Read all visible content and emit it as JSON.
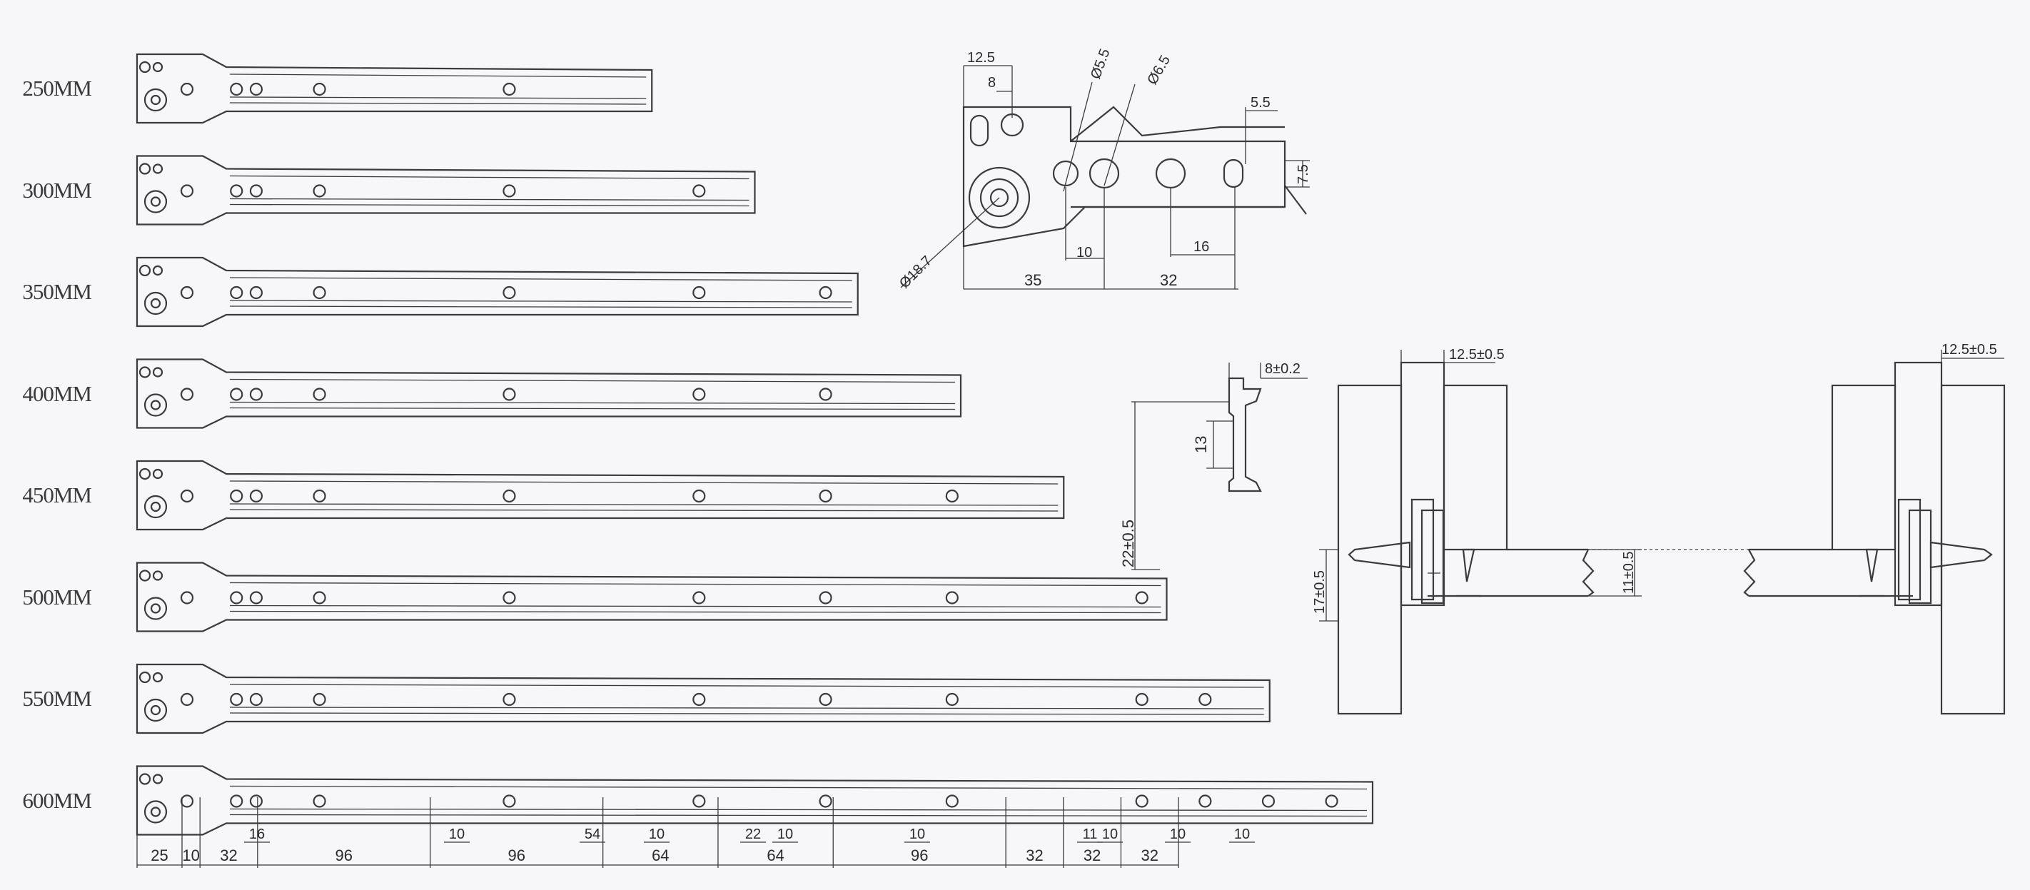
{
  "slides": [
    {
      "label": "250MM",
      "length_mm": 250
    },
    {
      "label": "300MM",
      "length_mm": 300
    },
    {
      "label": "350MM",
      "length_mm": 350
    },
    {
      "label": "400MM",
      "length_mm": 400
    },
    {
      "label": "450MM",
      "length_mm": 450
    },
    {
      "label": "500MM",
      "length_mm": 500
    },
    {
      "label": "550MM",
      "length_mm": 550
    },
    {
      "label": "600MM",
      "length_mm": 600
    }
  ],
  "hole_spacing_mm": [
    25,
    10,
    32,
    96,
    96,
    64,
    64,
    96,
    32,
    32,
    32
  ],
  "hole_spacing_labels": [
    "25",
    "10",
    "32",
    "96",
    "96",
    "64",
    "64",
    "96",
    "32",
    "32",
    "32"
  ],
  "hole_detail_labels": [
    "16",
    "10",
    "54",
    "10",
    "22",
    "10",
    "10",
    "11",
    "10",
    "10",
    "10"
  ],
  "end_detail": {
    "top": [
      "12.5",
      "8",
      "Ø5.5",
      "Ø6.5",
      "5.5"
    ],
    "side": "7.5",
    "roller": "Ø18.7",
    "bottom": [
      "10",
      "16",
      "35",
      "32"
    ]
  },
  "profile": {
    "flange": "8±0.2",
    "lip": "13",
    "height": "22±0.5"
  },
  "install": {
    "gap_left": "12.5±0.5",
    "gap_right": "12.5±0.5",
    "rail": "17±0.5",
    "panel": "11±0.5"
  }
}
